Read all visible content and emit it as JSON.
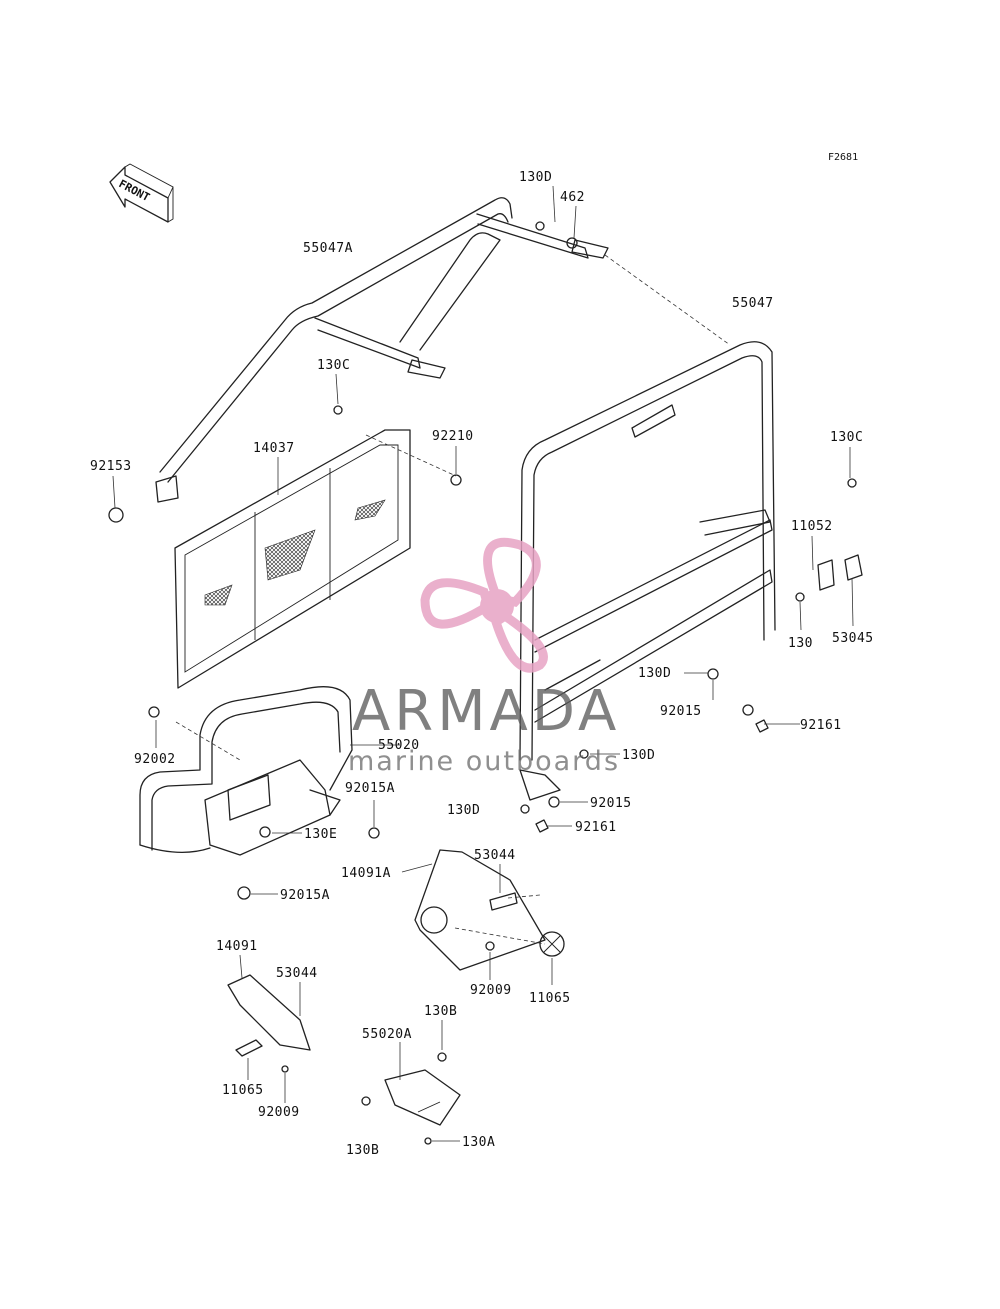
{
  "figure_code": "F2681",
  "front_indicator": "FRONT",
  "watermark": {
    "name": "ARMADA",
    "tagline": "marine outboards",
    "logo_color": "#e7a3c4"
  },
  "callouts": [
    {
      "id": "c-130d-top",
      "text": "130D"
    },
    {
      "id": "c-462",
      "text": "462"
    },
    {
      "id": "c-55047a",
      "text": "55047A"
    },
    {
      "id": "c-55047",
      "text": "55047"
    },
    {
      "id": "c-130c",
      "text": "130C"
    },
    {
      "id": "c-92210",
      "text": "92210"
    },
    {
      "id": "c-14037",
      "text": "14037"
    },
    {
      "id": "c-92153",
      "text": "92153"
    },
    {
      "id": "c-130c-right",
      "text": "130C"
    },
    {
      "id": "c-11052",
      "text": "11052"
    },
    {
      "id": "c-130",
      "text": "130"
    },
    {
      "id": "c-53045",
      "text": "53045"
    },
    {
      "id": "c-130d-mid",
      "text": "130D"
    },
    {
      "id": "c-92015-mid",
      "text": "92015"
    },
    {
      "id": "c-92161-right",
      "text": "92161"
    },
    {
      "id": "c-92002",
      "text": "92002"
    },
    {
      "id": "c-55020",
      "text": "55020"
    },
    {
      "id": "c-130d-low",
      "text": "130D"
    },
    {
      "id": "c-92015a-top",
      "text": "92015A"
    },
    {
      "id": "c-130d-left",
      "text": "130D"
    },
    {
      "id": "c-92015-low",
      "text": "92015"
    },
    {
      "id": "c-130e",
      "text": "130E"
    },
    {
      "id": "c-92161-low",
      "text": "92161"
    },
    {
      "id": "c-53044-top",
      "text": "53044"
    },
    {
      "id": "c-14091a",
      "text": "14091A"
    },
    {
      "id": "c-92015a-low",
      "text": "92015A"
    },
    {
      "id": "c-92009-mid",
      "text": "92009"
    },
    {
      "id": "c-11065-mid",
      "text": "11065"
    },
    {
      "id": "c-14091",
      "text": "14091"
    },
    {
      "id": "c-53044-low",
      "text": "53044"
    },
    {
      "id": "c-130b-top",
      "text": "130B"
    },
    {
      "id": "c-55020a",
      "text": "55020A"
    },
    {
      "id": "c-11065-low",
      "text": "11065"
    },
    {
      "id": "c-92009-low",
      "text": "92009"
    },
    {
      "id": "c-130a",
      "text": "130A"
    },
    {
      "id": "c-130b-low",
      "text": "130B"
    }
  ]
}
